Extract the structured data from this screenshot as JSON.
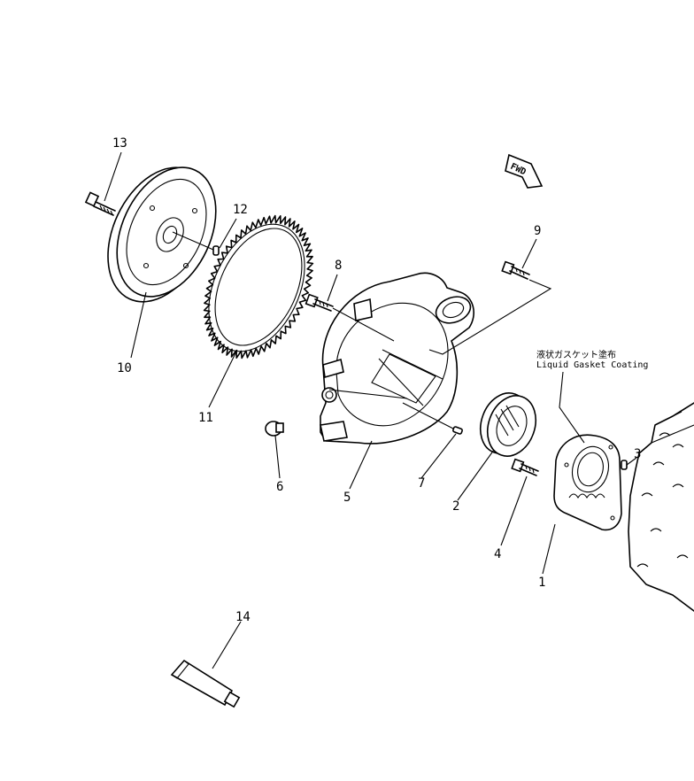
{
  "diagram": {
    "callouts": [
      {
        "id": "1",
        "label": "1"
      },
      {
        "id": "2",
        "label": "2"
      },
      {
        "id": "3",
        "label": "3"
      },
      {
        "id": "4",
        "label": "4"
      },
      {
        "id": "5",
        "label": "5"
      },
      {
        "id": "6",
        "label": "6"
      },
      {
        "id": "7",
        "label": "7"
      },
      {
        "id": "8",
        "label": "8"
      },
      {
        "id": "9",
        "label": "9"
      },
      {
        "id": "10",
        "label": "10"
      },
      {
        "id": "11",
        "label": "11"
      },
      {
        "id": "12",
        "label": "12"
      },
      {
        "id": "13",
        "label": "13"
      },
      {
        "id": "14",
        "label": "14"
      }
    ],
    "note_jp": "液状ガスケット塗布",
    "note_en": "Liquid Gasket Coating",
    "fwd_label": "FWD"
  }
}
